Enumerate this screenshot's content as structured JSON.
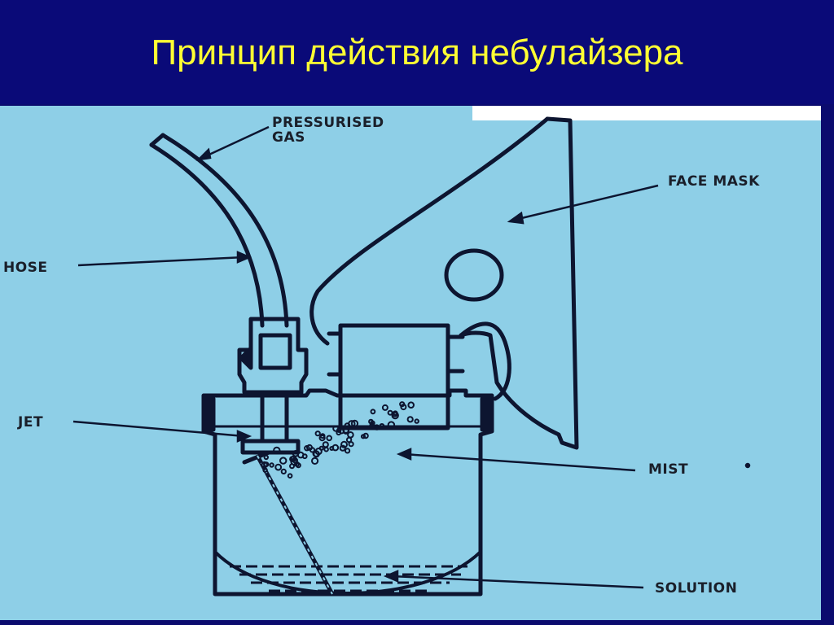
{
  "title": "Принцип действия небулайзера",
  "diagram": {
    "labels": {
      "pressurised": "PRESSURISED",
      "gas": "GAS",
      "face_mask": "FACE MASK",
      "hose": "HOSE",
      "jet": "JET",
      "mist": "MIST",
      "solution": "SOLUTION"
    },
    "colors": {
      "background": "#8ecfe7",
      "line": "#0d1530",
      "header": "#0a0a78",
      "title": "#ffff33"
    }
  }
}
